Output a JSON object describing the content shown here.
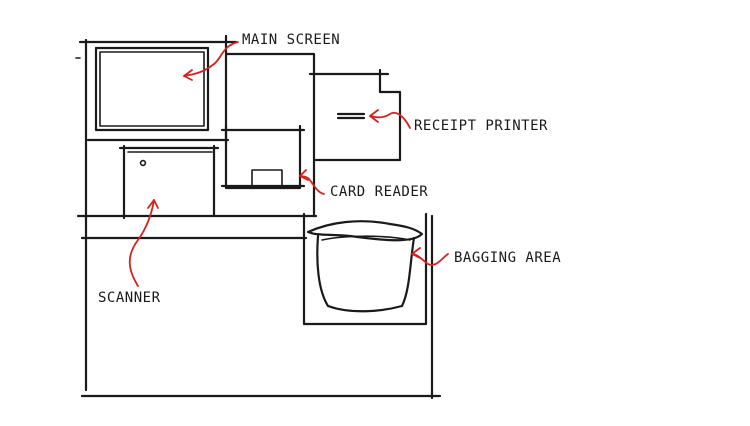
{
  "labels": {
    "main_screen": "MAIN SCREEN",
    "receipt_printer": "RECEIPT PRINTER",
    "card_reader": "CARD READER",
    "bagging_area": "BAGGING AREA",
    "scanner": "SCANNER"
  },
  "colors": {
    "ink": "#1a1a1a",
    "annotation": "#d6201b",
    "paper": "#ffffff"
  }
}
